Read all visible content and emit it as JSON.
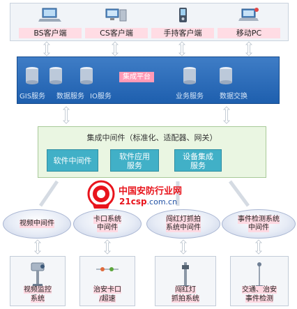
{
  "clients": [
    {
      "label": "BS客户端",
      "icon": "laptop-icon"
    },
    {
      "label": "CS客户端",
      "icon": "desktop-icon"
    },
    {
      "label": "手持客户端",
      "icon": "handheld-icon"
    },
    {
      "label": "移动PC",
      "icon": "mobile-pc-icon"
    }
  ],
  "server_platform": {
    "label": "集成平台",
    "services": [
      "GIS服务",
      "数据服务",
      "IO服务",
      "业务服务",
      "数据交换"
    ]
  },
  "middleware": {
    "title": "集成中间件（标准化、适配器、网关）",
    "boxes": [
      {
        "line1": "软件中间件",
        "line2": ""
      },
      {
        "line1": "软件应用",
        "line2": "服务"
      },
      {
        "line1": "设备集成",
        "line2": "服务"
      }
    ]
  },
  "logo": {
    "title": "中国安防行业网",
    "domain_main": "21csp",
    "domain_suffix": ".com.cn"
  },
  "subsystems": [
    {
      "line1": "视频中间件",
      "line2": ""
    },
    {
      "line1": "卡口系统",
      "line2": "中间件"
    },
    {
      "line1": "闯红灯抓拍",
      "line2": "系统中间件"
    },
    {
      "line1": "事件检测系统",
      "line2": "中间件"
    }
  ],
  "devices": [
    {
      "line1": "视频监控",
      "line2": "系统",
      "icon": "camera-icon"
    },
    {
      "line1": "治安卡口",
      "line2": "/超速",
      "icon": "speed-sensor-icon"
    },
    {
      "line1": "闯红灯",
      "line2": "抓拍系统",
      "icon": "traffic-camera-pole-icon"
    },
    {
      "line1": "交通、治安",
      "line2": "事件检测",
      "icon": "detector-pole-icon"
    }
  ],
  "colors": {
    "server_blue": "#1e5fae",
    "middleware_box": "#41b0c7",
    "label_highlight": "#ffd9e2",
    "logo_red": "#e8141c"
  }
}
